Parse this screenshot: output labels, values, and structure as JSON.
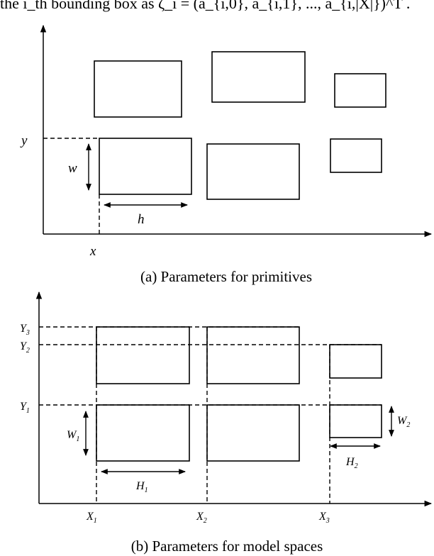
{
  "header": {
    "fragment_text": "the i_th bounding box as ζ_i = (a_{i,0}, a_{i,1}, ..., a_{i,|X|})^T ."
  },
  "figure_a": {
    "caption": "(a) Parameters for primitives",
    "labels": {
      "x": "x",
      "y": "y",
      "w": "w",
      "h": "h"
    }
  },
  "figure_b": {
    "caption": "(b) Parameters for model spaces",
    "labels": {
      "Y3": "Y",
      "Y3_sub": "3",
      "Y2": "Y",
      "Y2_sub": "2",
      "Y1": "Y",
      "Y1_sub": "1",
      "W1": "W",
      "W1_sub": "1",
      "H1": "H",
      "H1_sub": "1",
      "W2": "W",
      "W2_sub": "2",
      "H2": "H",
      "H2_sub": "2",
      "X1": "X",
      "X1_sub": "1",
      "X2": "X",
      "X2_sub": "2",
      "X3": "X",
      "X3_sub": "3"
    }
  }
}
